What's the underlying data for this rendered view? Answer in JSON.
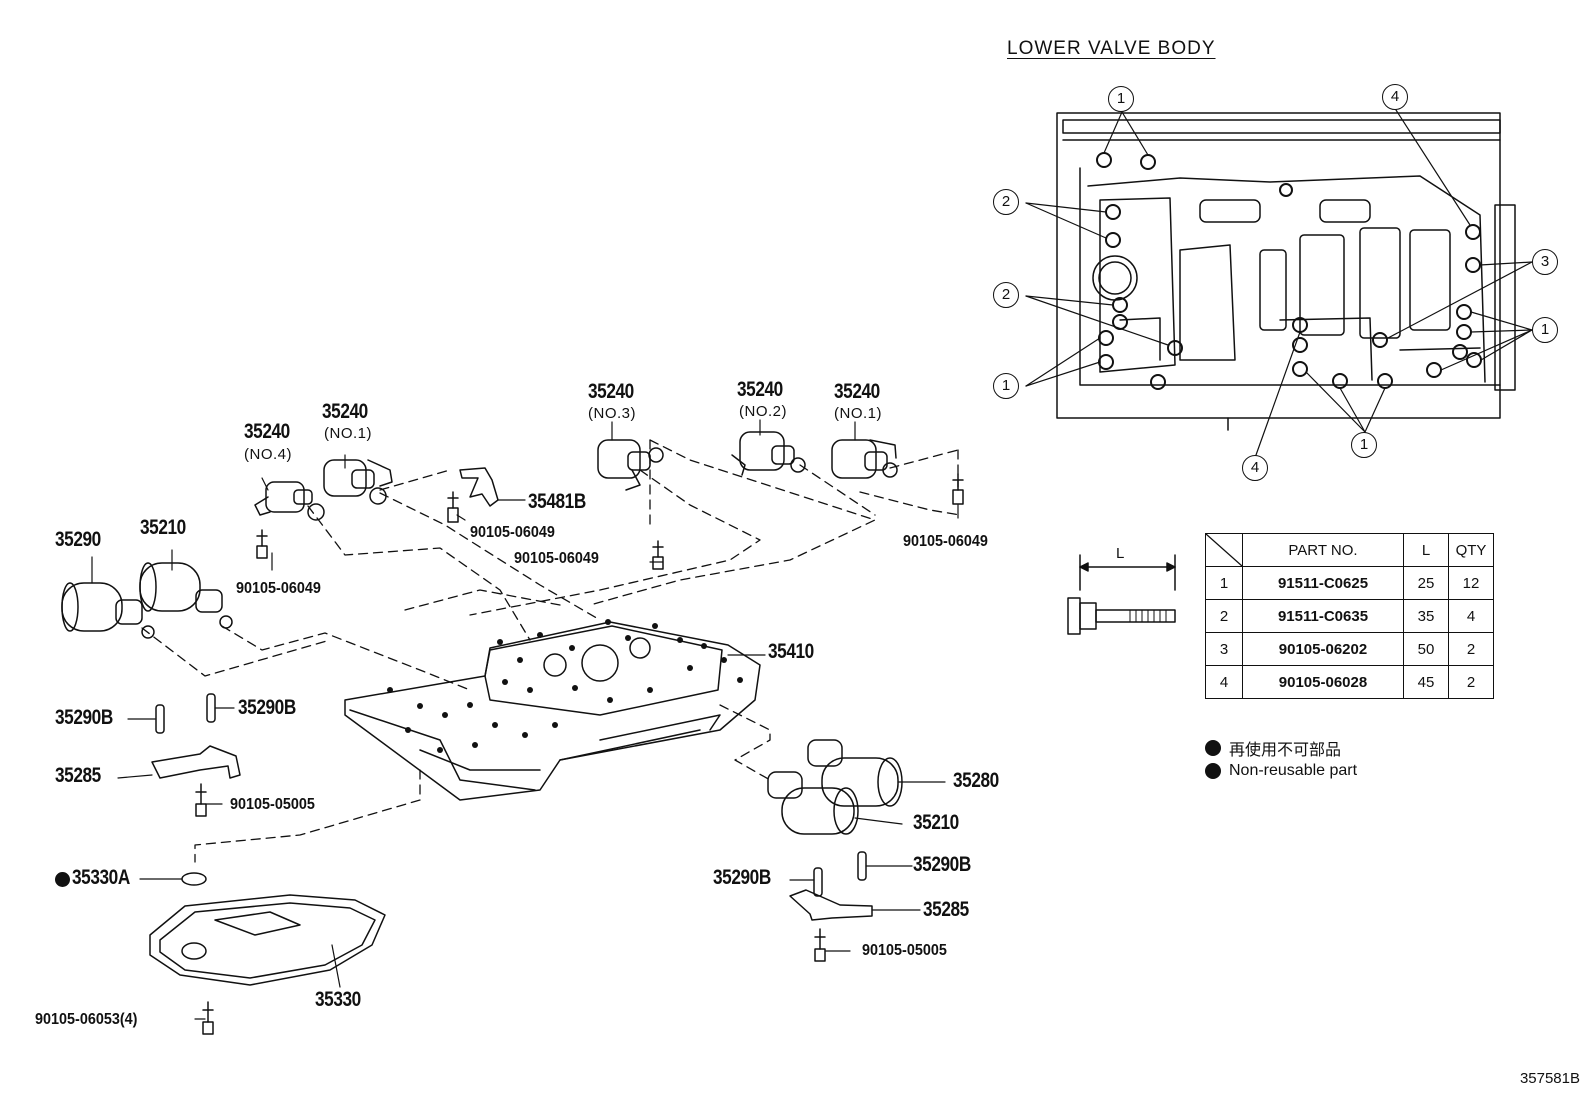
{
  "title": "LOWER VALVE BODY",
  "figure_number": "357581B",
  "parts": {
    "p35240_no4": "35240",
    "p35240_no4_sub": "(NO.4)",
    "p35240_no1a": "35240",
    "p35240_no1a_sub": "(NO.1)",
    "p35240_no3": "35240",
    "p35240_no3_sub": "(NO.3)",
    "p35240_no2": "35240",
    "p35240_no2_sub": "(NO.2)",
    "p35240_no1b": "35240",
    "p35240_no1b_sub": "(NO.1)",
    "p35481B": "35481B",
    "bolt_06049_a": "90105-06049",
    "bolt_06049_b": "90105-06049",
    "bolt_06049_c": "90105-06049",
    "bolt_06049_d": "90105-06049",
    "p35290": "35290",
    "p35210_a": "35210",
    "p35410": "35410",
    "p35290B_a": "35290B",
    "p35290B_b": "35290B",
    "p35285_a": "35285",
    "bolt_05005_a": "90105-05005",
    "p35330A": "35330A",
    "p35330": "35330",
    "bolt_06053": "90105-06053(4)",
    "p35280": "35280",
    "p35210_b": "35210",
    "p35290B_c": "35290B",
    "p35290B_d": "35290B",
    "p35285_b": "35285",
    "bolt_05005_b": "90105-05005"
  },
  "callouts": {
    "c1": "1",
    "c2": "2",
    "c3": "3",
    "c4": "4"
  },
  "bolt_dimension_label": "L",
  "spec_table": {
    "headers": {
      "part_no": "PART NO.",
      "l": "L",
      "qty": "QTY"
    },
    "rows": [
      {
        "idx": "1",
        "part_no": "91511-C0625",
        "l": "25",
        "qty": "12"
      },
      {
        "idx": "2",
        "part_no": "91511-C0635",
        "l": "35",
        "qty": "4"
      },
      {
        "idx": "3",
        "part_no": "90105-06202",
        "l": "50",
        "qty": "2"
      },
      {
        "idx": "4",
        "part_no": "90105-06028",
        "l": "45",
        "qty": "2"
      }
    ]
  },
  "legend": {
    "jp": "再使用不可部品",
    "en": "Non-reusable part"
  }
}
